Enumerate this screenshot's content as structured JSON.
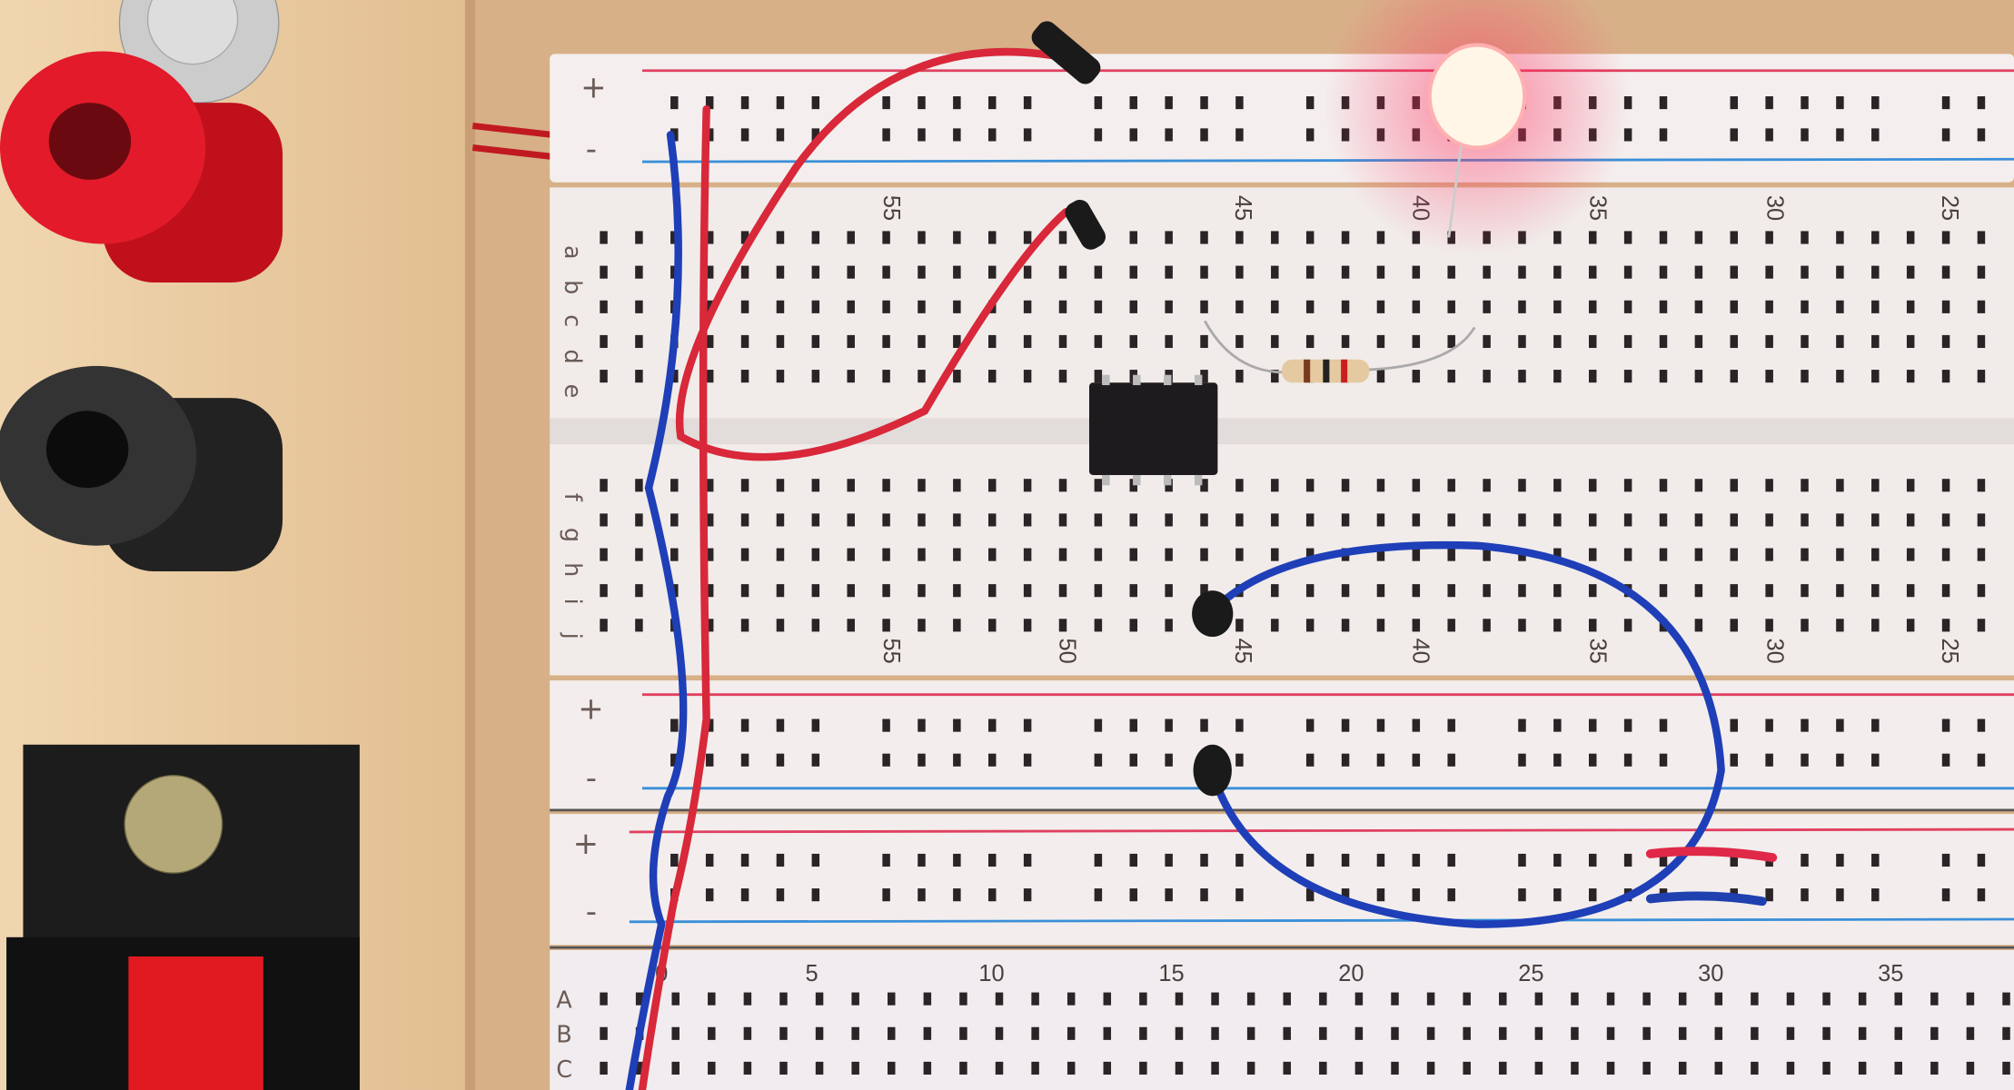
{
  "rails": {
    "plus": "+",
    "minus": "-"
  },
  "top_strip": {
    "rows": [
      "a",
      "b",
      "c",
      "d",
      "e"
    ],
    "numbers": [
      "55",
      "45",
      "40",
      "35",
      "30",
      "25"
    ]
  },
  "middle_strip": {
    "rows": [
      "f",
      "g",
      "h",
      "i",
      "j"
    ],
    "numbers": [
      "55",
      "50",
      "45",
      "40",
      "35",
      "30",
      "25"
    ]
  },
  "bottom_board": {
    "rows": [
      "A",
      "B",
      "C"
    ],
    "numbers": [
      "0",
      "5",
      "10",
      "15",
      "20",
      "25",
      "30",
      "35"
    ]
  },
  "colors": {
    "wood": "#e6c596",
    "board": "#f2ecea",
    "red_wire": "#d8283a",
    "blue_wire": "#1f3fb8",
    "rail_red": "#e04060",
    "rail_blue": "#3a8fd8",
    "led_glow": "#ff4060"
  }
}
